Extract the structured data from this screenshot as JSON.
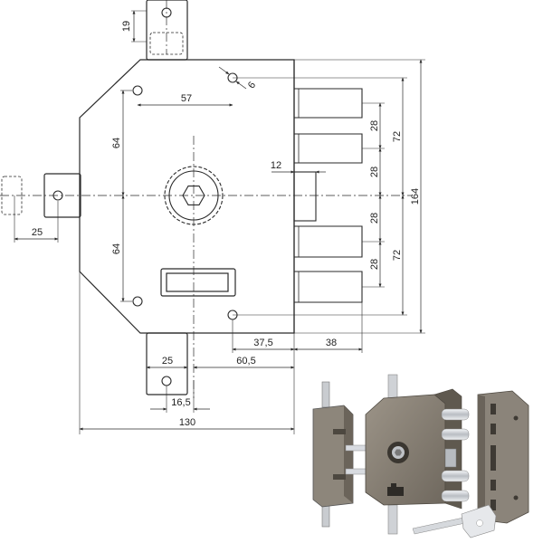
{
  "dimensions": {
    "top_plate_height": "19",
    "hole_offset": "57",
    "hole_diameter": "6",
    "upper_offset": "64",
    "lower_offset": "64",
    "bolt_thickness": "12",
    "side_spacing": "25",
    "bolt_pitch_1": "28",
    "bolt_pitch_2": "28",
    "bolt_pitch_3": "28",
    "bolt_pitch_4": "28",
    "upper_span": "72",
    "lower_span": "72",
    "total_height": "164",
    "backset": "37,5",
    "bolt_throw": "38",
    "bottom_spacing": "25",
    "center_offset": "60,5",
    "bottom_offset": "16,5",
    "total_width": "130"
  },
  "colors": {
    "line": "#2a2a2a",
    "lock_body": "#8a8378",
    "lock_side": "#6e675d",
    "bolt_chrome": "#d8dbe0",
    "plate_steel": "#c5c8cc"
  }
}
